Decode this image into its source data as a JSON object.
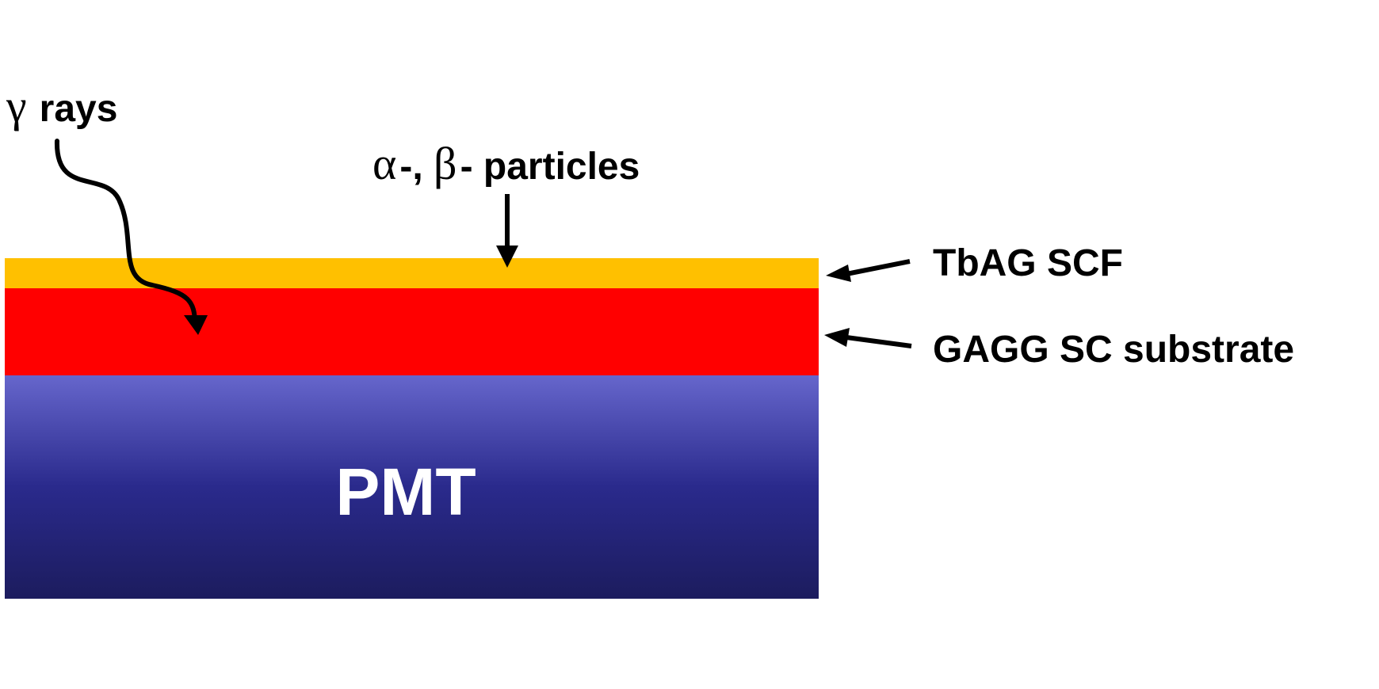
{
  "labels": {
    "gamma_symbol": "γ",
    "gamma_text": "rays",
    "alpha_symbol": "α",
    "alpha_sep": "-, ",
    "beta_symbol": "β",
    "beta_text": "- particles",
    "scf_layer": "TbAG SCF",
    "substrate_layer": "GAGG SC substrate",
    "pmt": "PMT"
  },
  "colors": {
    "scf": "#FFC000",
    "substrate": "#FF0000",
    "pmt_top": "#6666CC",
    "pmt_mid": "#2A2A8C",
    "pmt_bottom": "#1C1C5E",
    "arrows": "#000000"
  }
}
